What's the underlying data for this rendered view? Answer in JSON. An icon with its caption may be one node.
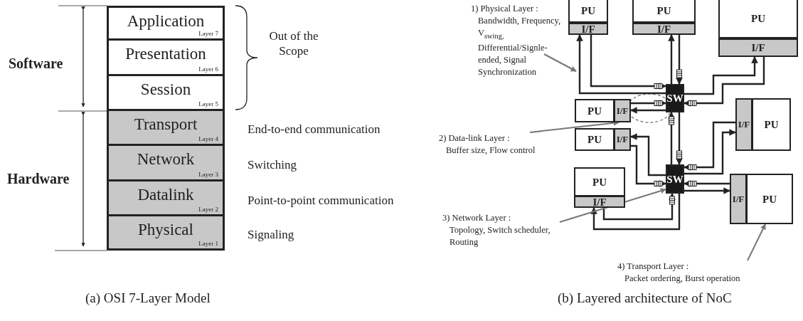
{
  "diagram": {
    "nodes": [
      {
        "text": [
          "Application",
          "Layer 7"
        ]
      },
      {
        "text": [
          "Presentation",
          "Layer 6"
        ]
      },
      {
        "text": [
          "Session",
          "Layer 5"
        ]
      },
      {
        "text": [
          "Transport",
          "Layer 4"
        ]
      },
      {
        "text": [
          "Network",
          "Layer 3"
        ]
      },
      {
        "text": [
          "Datalink",
          "Layer 2"
        ]
      },
      {
        "text": [
          "Physical",
          "Layer 1"
        ]
      },
      {
        "text": [
          "1) Physical Layer :",
          "Bandwidth, Frequency, V$_{swing,}$ Differential/Signle-ended, Signal Synchronization"
        ]
      },
      {
        "text": [
          "PU"
        ]
      },
      {
        "text": [
          "I/F"
        ]
      },
      {
        "text": [
          "PU"
        ]
      },
      {
        "text": [
          "I/F"
        ]
      },
      {
        "text": [
          "PU"
        ]
      },
      {
        "text": [
          "I/F"
        ]
      },
      {
        "text": [
          "PU"
        ]
      },
      {
        "text": [
          "I/F"
        ]
      },
      {
        "text": [
          "SW"
        ]
      },
      {
        "text": [
          "I/F"
        ]
      },
      {
        "text": [
          "PU"
        ]
      },
      {
        "text": [
          "2) Data-link Layer :",
          "Buffer size, Flow control"
        ]
      },
      {
        "text": [
          "PU"
        ]
      },
      {
        "text": [
          "I/F"
        ]
      },
      {
        "text": [
          "PU"
        ]
      },
      {
        "text": [
          "I/F"
        ]
      },
      {
        "text": [
          "SW"
        ]
      },
      {
        "text": [
          "I/F"
        ]
      },
      {
        "text": [
          "PU"
        ]
      },
      {
        "text": [
          "3) Network Layer :",
          "Topology, Switch scheduler, Routing"
        ]
      },
      {
        "text": [
          "4) Transport Layer :",
          "Packet ordering, Burst operation"
        ]
      }
    ],
    "edges": [
      {
        "from": 16,
        "to": 9,
        "arrow": "to"
      },
      {
        "from": 9,
        "to": 16,
        "arrow": "to"
      },
      {
        "from": 16,
        "to": 11,
        "arrow": "to"
      },
      {
        "from": 11,
        "to": 16,
        "arrow": "to"
      },
      {
        "from": 16,
        "to": 13,
        "arrow": "to"
      },
      {
        "from": 13,
        "to": 16,
        "arrow": "to"
      },
      {
        "from": 15,
        "to": 16,
        "arrow": "to"
      },
      {
        "from": 16,
        "to": 15,
        "arrow": "to"
      },
      {
        "from": 24,
        "to": 16,
        "arrow": "to"
      },
      {
        "from": 16,
        "to": 24,
        "arrow": "to"
      },
      {
        "from": 17,
        "to": 24,
        "arrow": "to"
      },
      {
        "from": 24,
        "to": 17,
        "arrow": "to"
      },
      {
        "from": 24,
        "to": 21,
        "arrow": "to"
      },
      {
        "from": 21,
        "to": 24,
        "arrow": "to"
      },
      {
        "from": 25,
        "to": 24,
        "arrow": "to"
      },
      {
        "from": 24,
        "to": 25,
        "arrow": "to"
      },
      {
        "from": 23,
        "to": 24,
        "arrow": "to"
      },
      {
        "from": 24,
        "to": 23,
        "arrow": "to"
      },
      {
        "from": 7,
        "to": null,
        "arrow": "to",
        "color": "#777777"
      },
      {
        "from": 19,
        "to": 15,
        "arrow": "to",
        "color": "#777777"
      },
      {
        "from": 27,
        "to": 24,
        "arrow": "to",
        "color": "#777777"
      },
      {
        "from": 28,
        "to": 26,
        "arrow": "to",
        "color": "#777777"
      }
    ],
    "labels": [
      "Software",
      "Hardware",
      "Out of the Scope",
      "End-to-end communication",
      "Switching",
      "Point-to-point communication",
      "Signaling",
      "(a) OSI 7-Layer Model",
      "(b) Layered architecture of NoC"
    ]
  }
}
